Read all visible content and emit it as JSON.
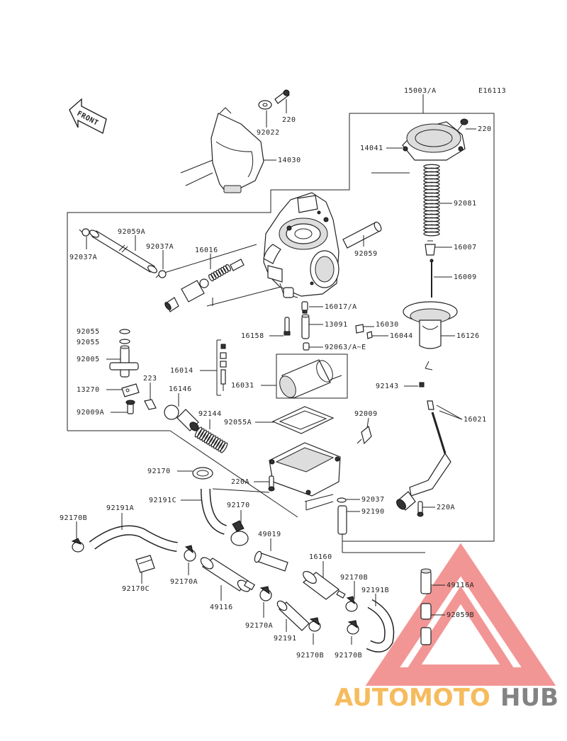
{
  "diagram_code": "E16113",
  "front_label": "FRONT",
  "labels": {
    "p15003A": "15003/A",
    "p220_top": "220",
    "p92022": "92022",
    "p14030": "14030",
    "p220_r": "220",
    "p14041": "14041",
    "p92081": "92081",
    "p16007": "16007",
    "p16009": "16009",
    "p92037A_l": "92037A",
    "p92059A": "92059A",
    "p92037A_m": "92037A",
    "p16016": "16016",
    "p92059": "92059",
    "p16017A": "16017/A",
    "p13091": "13091",
    "p16158": "16158",
    "p16030": "16030",
    "p16044": "16044",
    "p16126": "16126",
    "p92055a": "92055",
    "p92055b": "92055",
    "p92063": "92063/A~E",
    "p92005": "92005",
    "p16014": "16014",
    "p16031": "16031",
    "p223": "223",
    "p16146": "16146",
    "p13270": "13270",
    "p92143": "92143",
    "p92009A": "92009A",
    "p92144": "92144",
    "p92009": "92009",
    "p16021": "16021",
    "p92055A": "92055A",
    "p92170": "92170",
    "p220A_l": "220A",
    "p92037": "92037",
    "p92190": "92190",
    "p220A_r": "220A",
    "p92191C": "92191C",
    "p92170_m": "92170",
    "p92170B_l": "92170B",
    "p92191A": "92191A",
    "p49019": "49019",
    "p16160": "16160",
    "p92170B_m": "92170B",
    "p49116A": "49116A",
    "p92191B": "92191B",
    "p92170C": "92170C",
    "p92170A_l": "92170A",
    "p49116": "49116",
    "p92170A_m": "92170A",
    "p92059B": "92059B",
    "p92191": "92191",
    "p92170B_b": "92170B",
    "p92170B_bb": "92170B"
  },
  "watermark": {
    "part1": "AUTOMOTO",
    "part2": "HUB"
  },
  "colors": {
    "line": "#222222",
    "watermark_red": "#e8413f",
    "watermark_orange": "#f5b041",
    "watermark_gray": "#6e6e6e"
  }
}
